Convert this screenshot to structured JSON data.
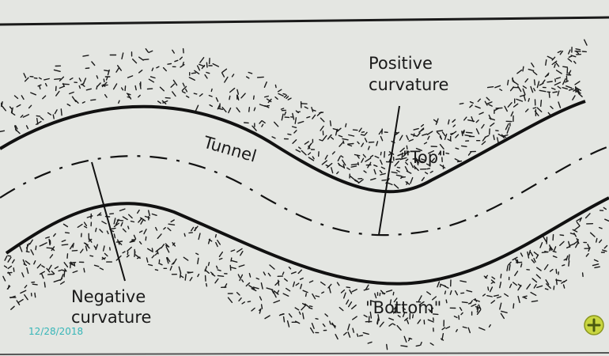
{
  "labels": {
    "positive_curvature": [
      "Positive",
      "curvature"
    ],
    "negative_curvature": [
      "Negative",
      "curvature"
    ],
    "tunnel": "Tunnel",
    "top": "\"Top\"",
    "bottom": "\"Bottom\""
  },
  "date_stamp": "12/28/2018",
  "colors": {
    "background": "#e4e6e2",
    "ink": "#1a1a1a",
    "date_stamp": "#37b6b8",
    "badge": "#c9d640"
  },
  "icons": {
    "corner_badge": "plus-badge-icon"
  }
}
